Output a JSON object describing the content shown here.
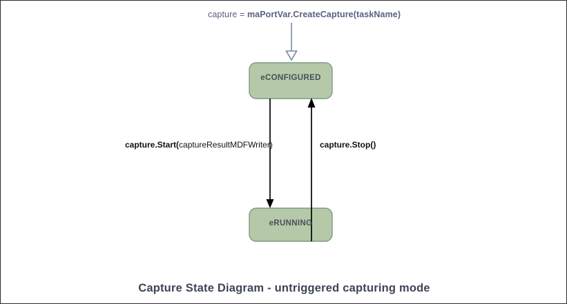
{
  "diagram": {
    "caption": "Capture State Diagram - untriggered capturing mode",
    "creation": {
      "prefix": "capture = ",
      "call": "maPortVar.CreateCapture(taskName)"
    },
    "states": [
      {
        "id": "eCONFIGURED",
        "label": "eCONFIGURED",
        "fill": "#b5c9a8",
        "stroke": "#7d9a82"
      },
      {
        "id": "eRUNNING",
        "label": "eRUNNING",
        "fill": "#b5c9a8",
        "stroke": "#7d9a82"
      }
    ],
    "transitions": [
      {
        "id": "start",
        "from": "eCONFIGURED",
        "to": "eRUNNING",
        "label_bold": "capture.Start(",
        "label_rest": "captureResultMDFWriter)"
      },
      {
        "id": "stop",
        "from": "eRUNNING",
        "to": "eCONFIGURED",
        "label_bold": "capture.Stop()",
        "label_rest": ""
      }
    ],
    "colors": {
      "state_fill": "#b5c9a8",
      "state_stroke": "#7d9a82",
      "creation_arrow": "#7a86a8",
      "transition_arrow": "#000000",
      "caption_text": "#3d4457",
      "border": "#2b2b2b"
    }
  }
}
